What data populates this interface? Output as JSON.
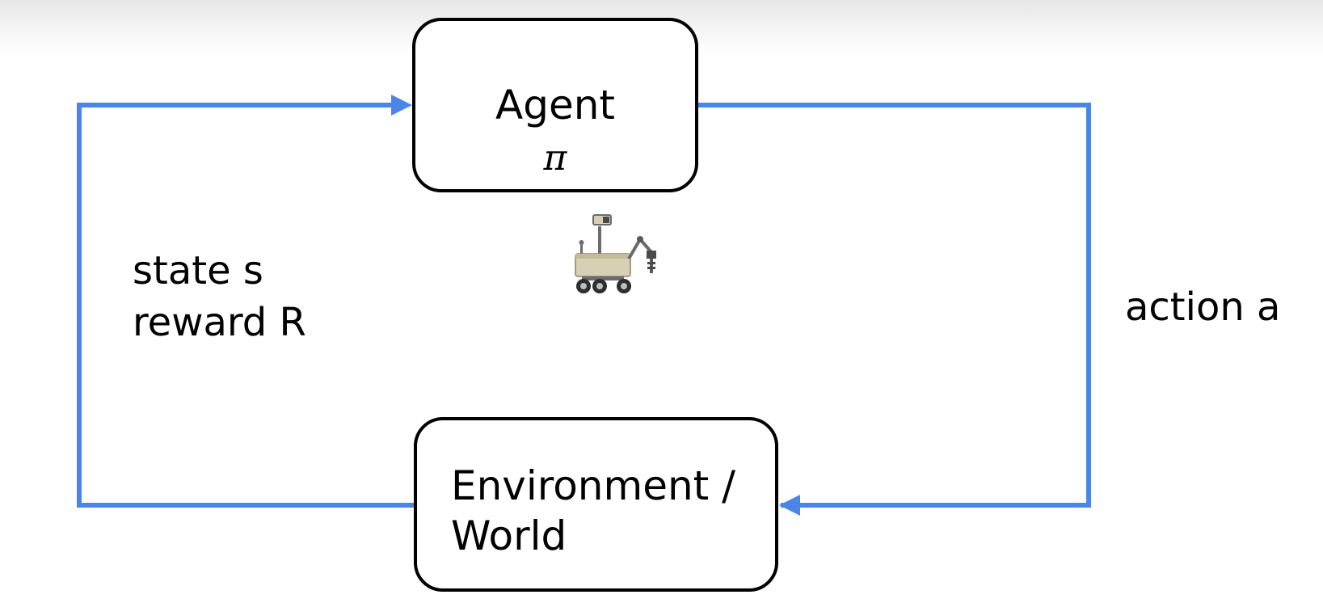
{
  "agent": {
    "title": "Agent",
    "policy": "π"
  },
  "environment": {
    "title_line1": "Environment /",
    "title_line2": "World"
  },
  "feedback": {
    "state": "state s",
    "reward": "reward R"
  },
  "action": {
    "label": "action a"
  },
  "colors": {
    "arrow": "#4a86e8",
    "box_border": "#000000",
    "rover_body": "#d8d0b4"
  },
  "icons": {
    "rover": "mars-rover-icon"
  }
}
